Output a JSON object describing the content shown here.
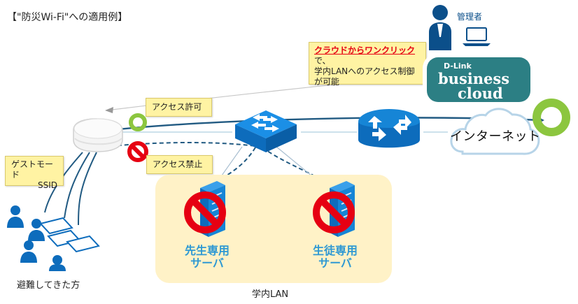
{
  "title": "【\"防災Wi-Fi\"への適用例】",
  "callout": {
    "highlight": "クラウドからワンクリック",
    "suffix": "で、",
    "line2": "学内LANへのアクセス制御",
    "line3": "が可能"
  },
  "labels": {
    "admin": "管理者",
    "internet": "インターネット",
    "access_allowed": "アクセス許可",
    "access_denied": "アクセス禁止",
    "guest_mode_line1": "ゲストモード",
    "guest_mode_line2": "SSID",
    "teacher_server_line1": "先生専用",
    "teacher_server_line2": "サーバ",
    "student_server_line1": "生徒専用",
    "student_server_line2": "サーバ",
    "evacuees": "避難してきた方",
    "campus_lan": "学内LAN"
  },
  "brand": {
    "top": "D-Link",
    "mid": "business",
    "bottom": "cloud"
  },
  "icons": {
    "admin": "administrator-icon",
    "laptop": "laptop-icon",
    "cloud": "cloud-icon",
    "access_point": "wireless-access-point-icon",
    "switch": "network-switch-icon",
    "router": "router-icon",
    "server": "server-icon",
    "no_access": "no-access-icon",
    "person": "person-icon",
    "tablet": "tablet-icon",
    "ring": "allowed-ring-icon"
  },
  "colors": {
    "network_blue": "#2f99d3",
    "admin_blue": "#0b4f8a",
    "note_yellow": "#fff3a3",
    "lan_yellow": "#fff2c7",
    "deny_red": "#e60012",
    "allow_green": "#8cc63f",
    "brand_teal": "#2c7f84"
  }
}
